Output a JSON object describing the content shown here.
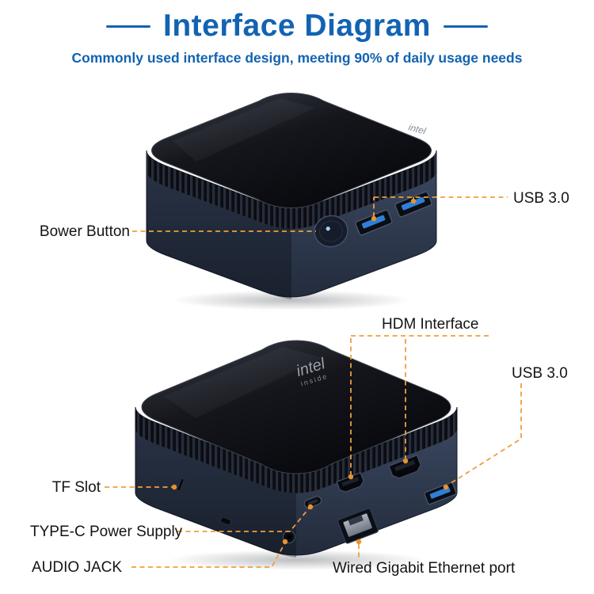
{
  "header": {
    "title": "Interface Diagram",
    "subtitle": "Commonly used interface design, meeting 90% of daily usage needs"
  },
  "front_view": {
    "power_button_label": "Bower Button",
    "usb_label": "USB 3.0"
  },
  "rear_view": {
    "hdmi_label": "HDM Interface",
    "usb_label": "USB 3.0",
    "tf_label": "TF Slot",
    "typec_label": "TYPE-C Power Supply",
    "audio_label": "AUDIO JACK",
    "ethernet_label": "Wired Gigabit Ethernet port"
  },
  "device": {
    "brand": "intel",
    "brand_sub": "inside"
  },
  "colors": {
    "accent_blue": "#1263b2",
    "leader_orange": "#f09e3c",
    "usb_blue": "#2f7fd6",
    "device_body": "#2c394f",
    "device_top": "#15171d"
  }
}
